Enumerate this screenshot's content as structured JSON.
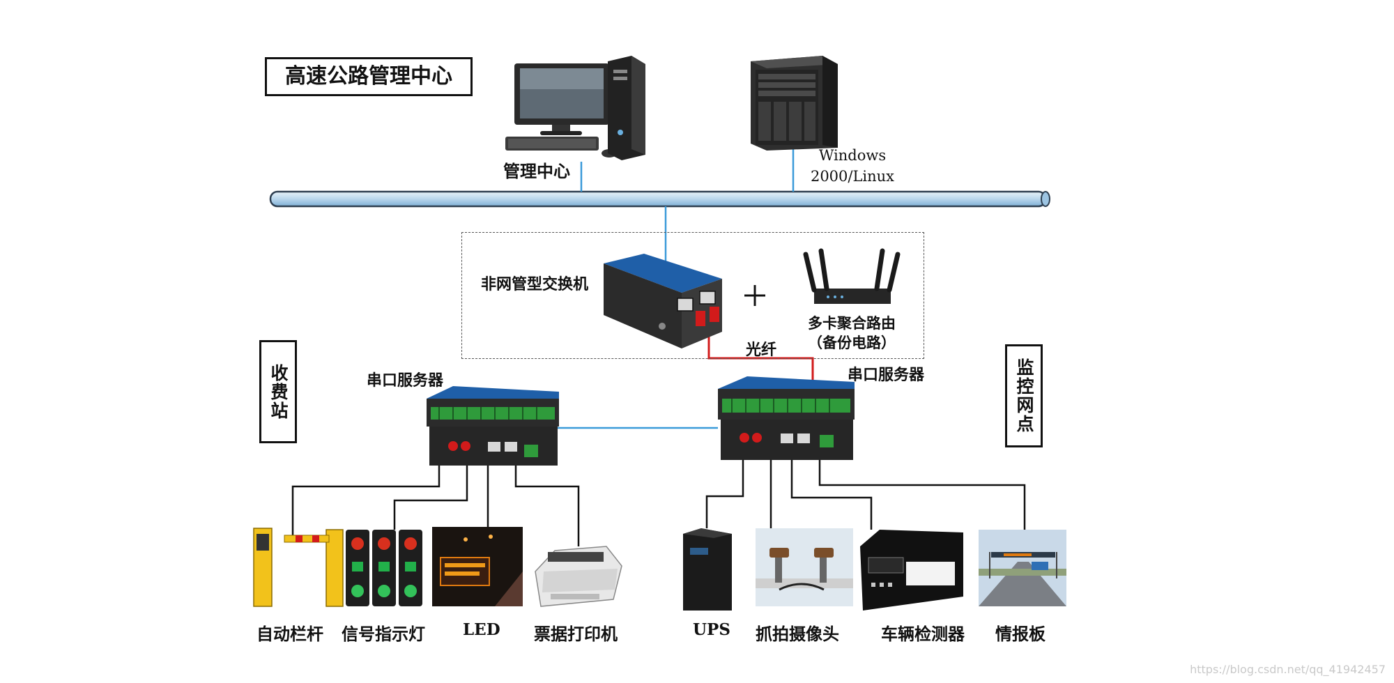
{
  "title": "高速公路管理中心",
  "labels": {
    "management_center": "管理中心",
    "server_os_line1": "Windows",
    "server_os_line2": "2000/Linux",
    "switch": "非网管型交换机",
    "plus": "+",
    "router_line1": "多卡聚合路由",
    "router_line2": "（备份电路）",
    "fiber": "光纤",
    "serial_server_left": "串口服务器",
    "serial_server_right": "串口服务器",
    "toll_station": "收费站",
    "monitor_point": "监控网点"
  },
  "devices_left": [
    "自动栏杆",
    "信号指示灯",
    "LED",
    "票据打印机"
  ],
  "devices_right": [
    "UPS",
    "抓拍摄像头",
    "车辆检测器",
    "情报板"
  ],
  "watermark": "https://blog.csdn.net/qq_41942457",
  "colors": {
    "network_line": "#3a9ad9",
    "backbone_fill": "#c8dff0",
    "fiber_line": "#d21b1b",
    "wire": "#111111",
    "device_dark": "#2b2b2b",
    "device_blue": "#1f5fa8",
    "terminal_green": "#2f9b3b"
  }
}
